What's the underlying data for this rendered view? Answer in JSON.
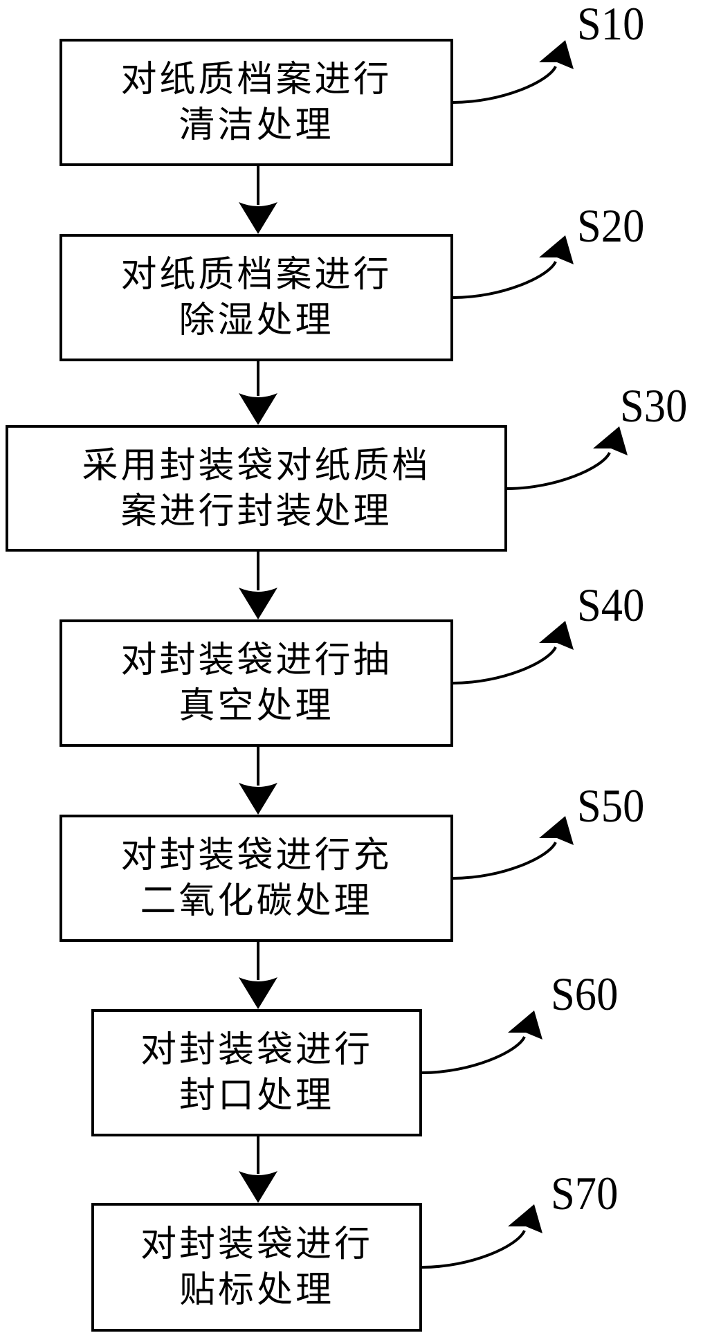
{
  "diagram": {
    "type": "flowchart",
    "direction": "top-to-bottom",
    "colors": {
      "line": "#000000",
      "background": "#ffffff",
      "text": "#000000"
    },
    "steps": [
      {
        "id": "S10",
        "label": "S10",
        "text": "对纸质档案进行\n清洁处理"
      },
      {
        "id": "S20",
        "label": "S20",
        "text": "对纸质档案进行\n除湿处理"
      },
      {
        "id": "S30",
        "label": "S30",
        "text": "采用封装袋对纸质档\n案进行封装处理"
      },
      {
        "id": "S40",
        "label": "S40",
        "text": "对封装袋进行抽\n真空处理"
      },
      {
        "id": "S50",
        "label": "S50",
        "text": "对封装袋进行充\n二氧化碳处理"
      },
      {
        "id": "S60",
        "label": "S60",
        "text": "对封装袋进行\n封口处理"
      },
      {
        "id": "S70",
        "label": "S70",
        "text": "对封装袋进行\n贴标处理"
      }
    ],
    "edges": [
      {
        "from": "S10",
        "to": "S20"
      },
      {
        "from": "S20",
        "to": "S30"
      },
      {
        "from": "S30",
        "to": "S40"
      },
      {
        "from": "S40",
        "to": "S50"
      },
      {
        "from": "S50",
        "to": "S60"
      },
      {
        "from": "S60",
        "to": "S70"
      }
    ]
  }
}
